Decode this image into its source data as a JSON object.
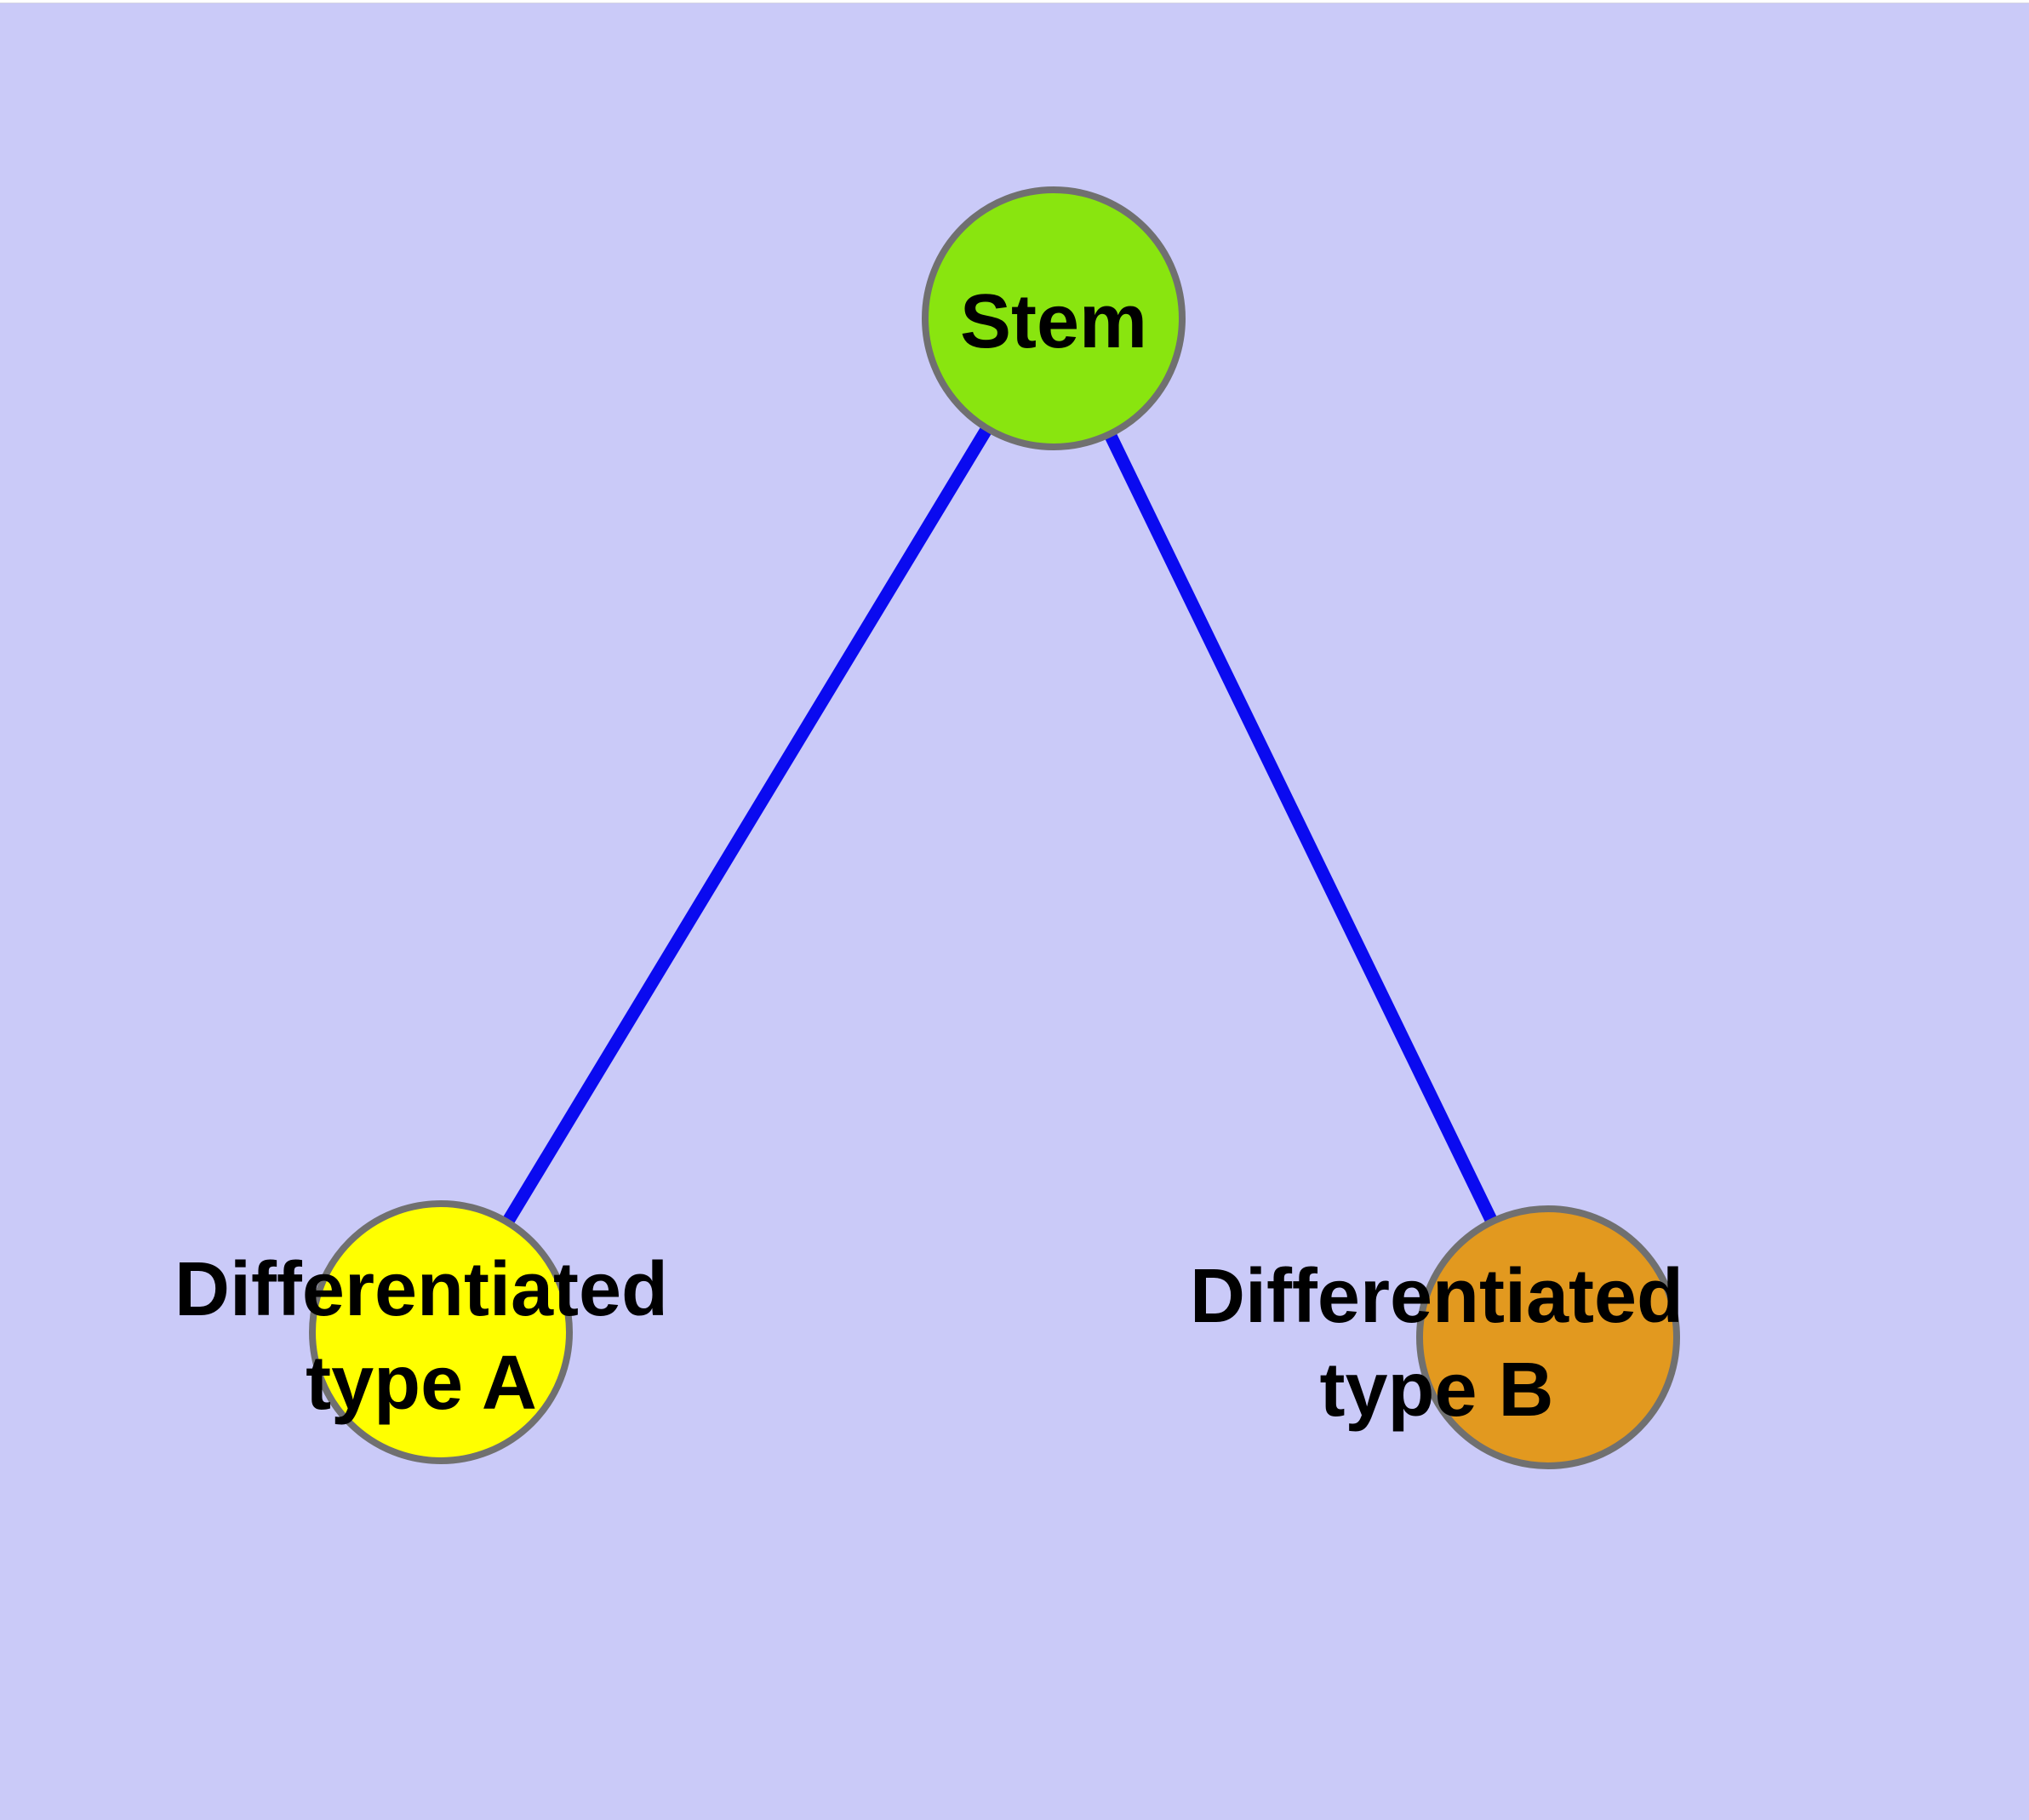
{
  "diagram": {
    "background_color": "#cacaf8",
    "top_edge_strip_color": "#ffffff",
    "top_edge_line_color": "#d4d4e4",
    "edge_color": "#0a0af0",
    "node_border_color": "#707070",
    "text_color": "#000000",
    "nodes": [
      {
        "id": "stem",
        "label": "Stem",
        "fill_color": "#89e50f"
      },
      {
        "id": "differentiated-type-a",
        "label_line1": "Differentiated",
        "label_line2": "type A",
        "fill_color": "#ffff00"
      },
      {
        "id": "differentiated-type-b",
        "label_line1": "Differentiated",
        "label_line2": "type B",
        "fill_color": "#e2991f"
      }
    ],
    "edges": [
      {
        "from": "Stem",
        "to": "Differentiated type A"
      },
      {
        "from": "Stem",
        "to": "Differentiated type B"
      }
    ]
  }
}
